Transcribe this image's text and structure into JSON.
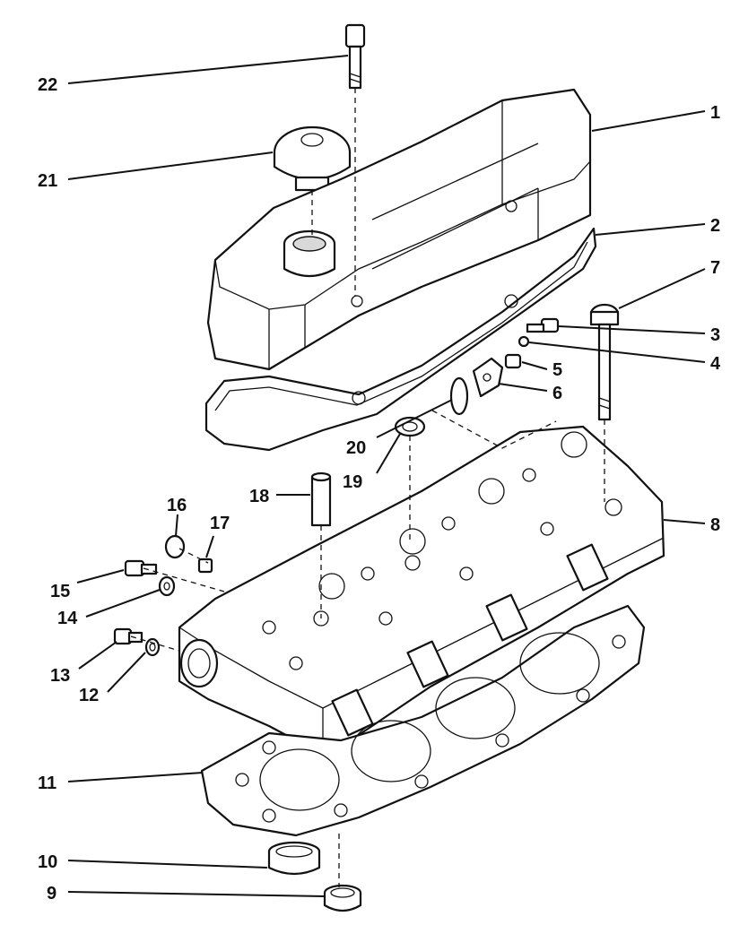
{
  "labels": {
    "1": "1",
    "2": "2",
    "3": "3",
    "4": "4",
    "5": "5",
    "6": "6",
    "7": "7",
    "8": "8",
    "9": "9",
    "10": "10",
    "11": "11",
    "12": "12",
    "13": "13",
    "14": "14",
    "15": "15",
    "16": "16",
    "17": "17",
    "18": "18",
    "19": "19",
    "20": "20",
    "21": "21",
    "22": "22"
  }
}
